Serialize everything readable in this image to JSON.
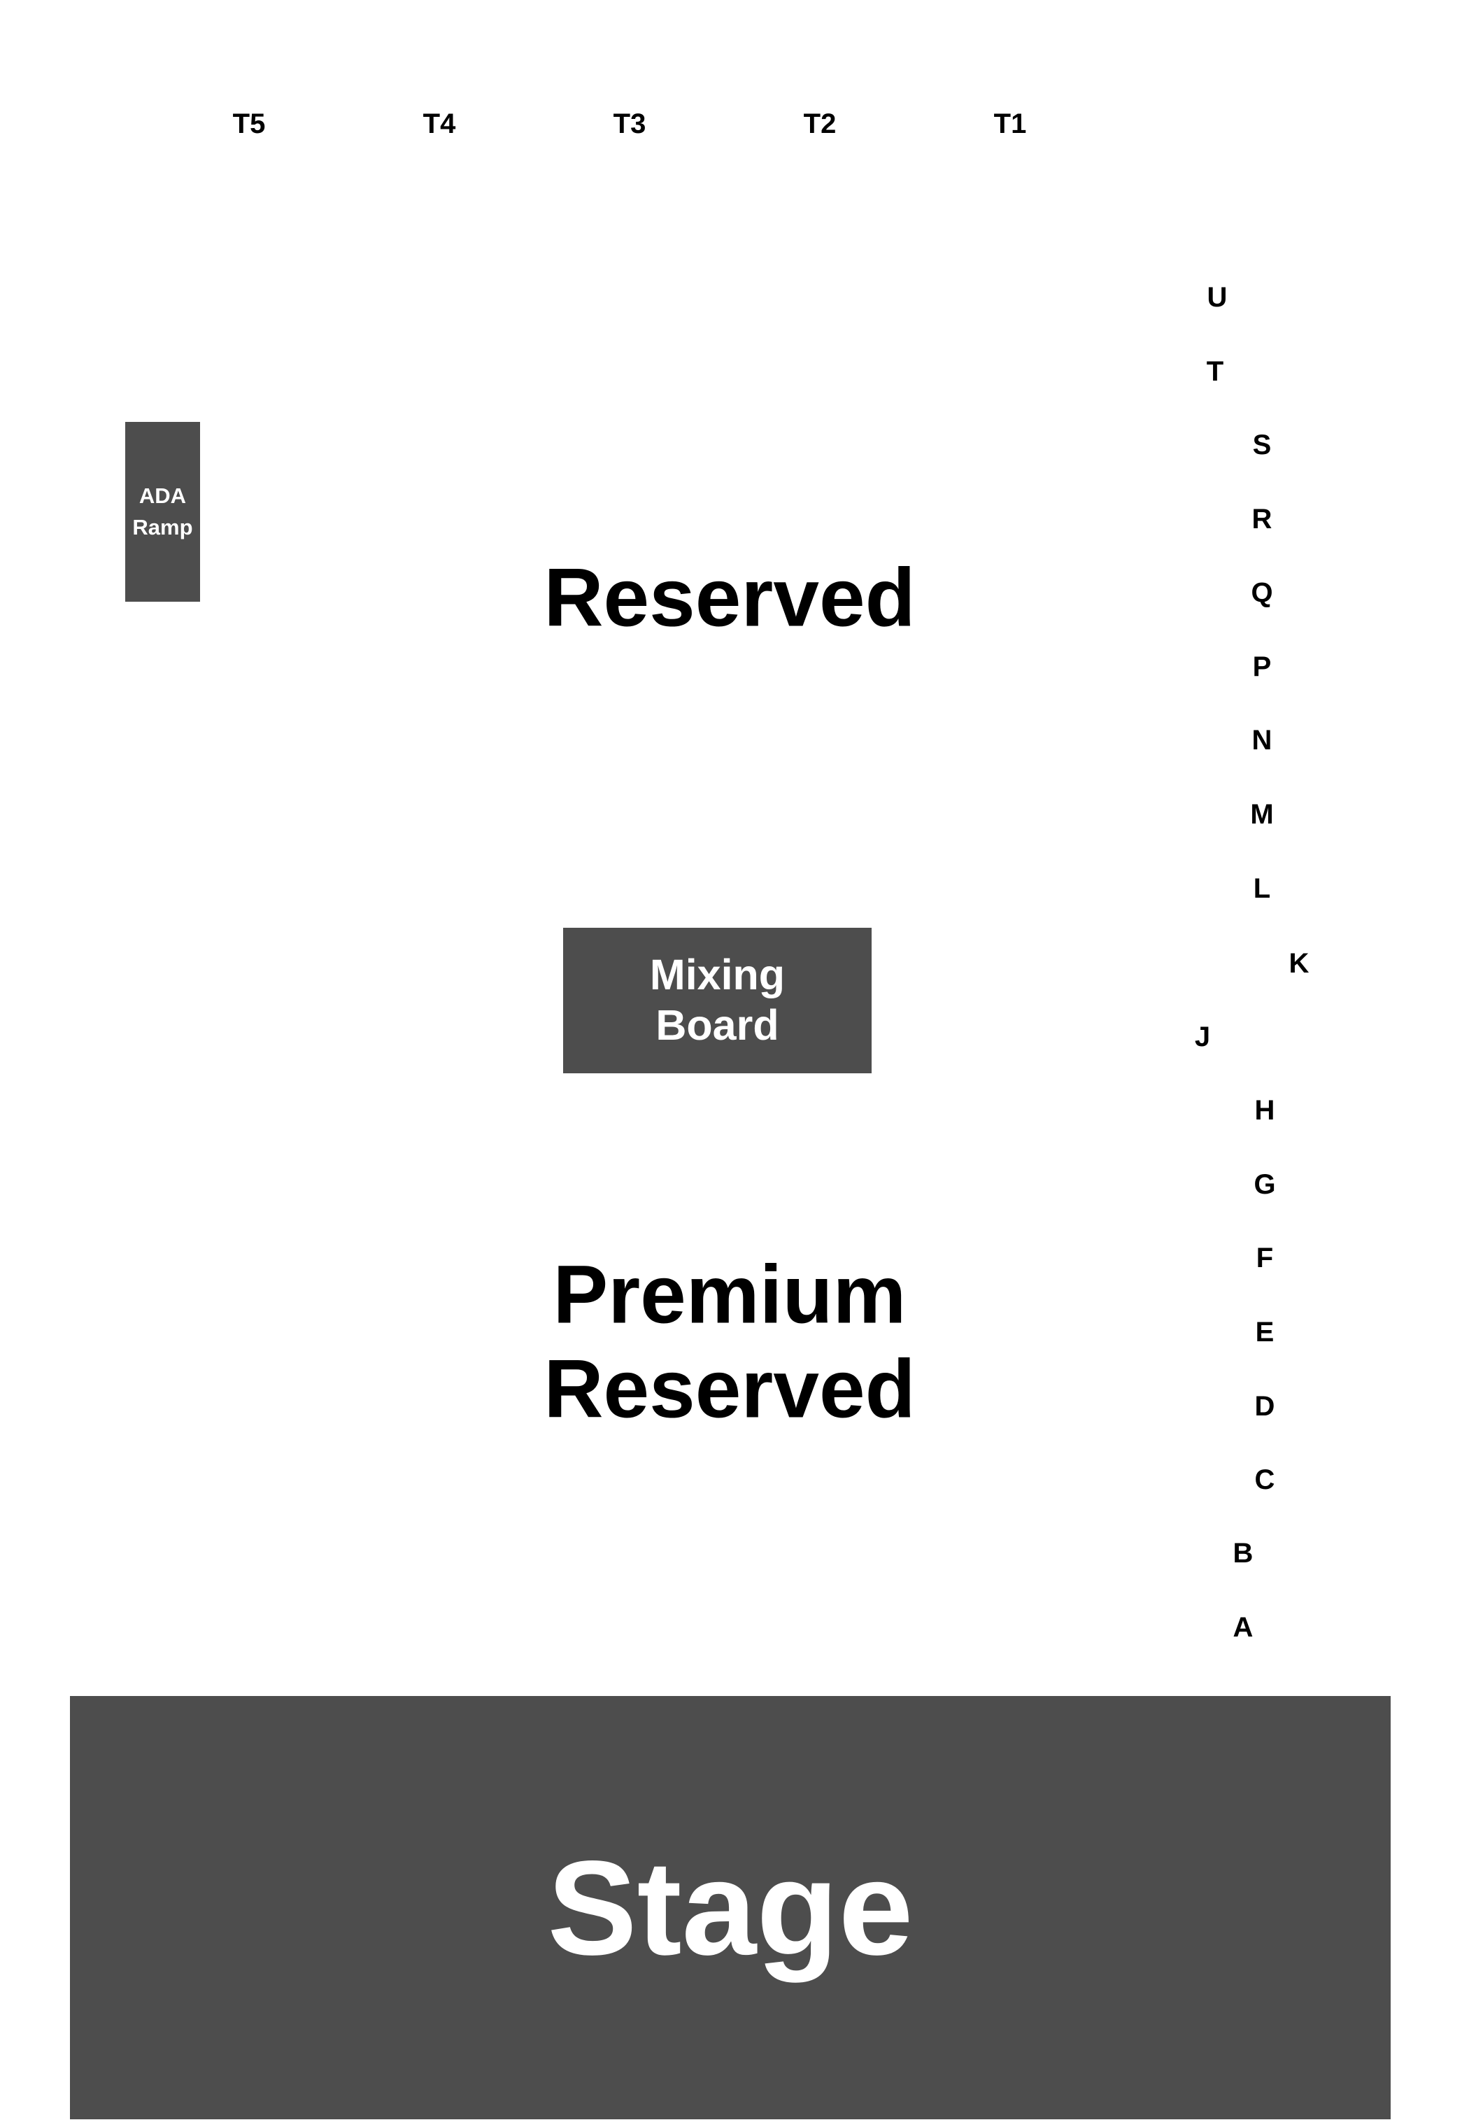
{
  "tables": [
    {
      "id": "T5",
      "label": "T5"
    },
    {
      "id": "T4",
      "label": "T4"
    },
    {
      "id": "T3",
      "label": "T3"
    },
    {
      "id": "T2",
      "label": "T2"
    },
    {
      "id": "T1",
      "label": "T1"
    }
  ],
  "rows": {
    "U": "U",
    "T": "T",
    "S": "S",
    "R": "R",
    "Q": "Q",
    "P": "P",
    "N": "N",
    "M": "M",
    "L": "L",
    "K": "K",
    "J": "J",
    "H": "H",
    "G": "G",
    "F": "F",
    "E": "E",
    "D": "D",
    "C": "C",
    "B": "B",
    "A": "A"
  },
  "sections": {
    "reserved": "Reserved",
    "premium_line1": "Premium",
    "premium_line2": "Reserved"
  },
  "ada_ramp": {
    "line1": "ADA",
    "line2": "Ramp"
  },
  "mixing_board": {
    "line1": "Mixing",
    "line2": "Board"
  },
  "stage": {
    "label": "Stage"
  },
  "colors": {
    "block_fill": "#4d4d4d",
    "label_dark": "#000000",
    "label_light": "#ffffff",
    "background": "#ffffff"
  }
}
